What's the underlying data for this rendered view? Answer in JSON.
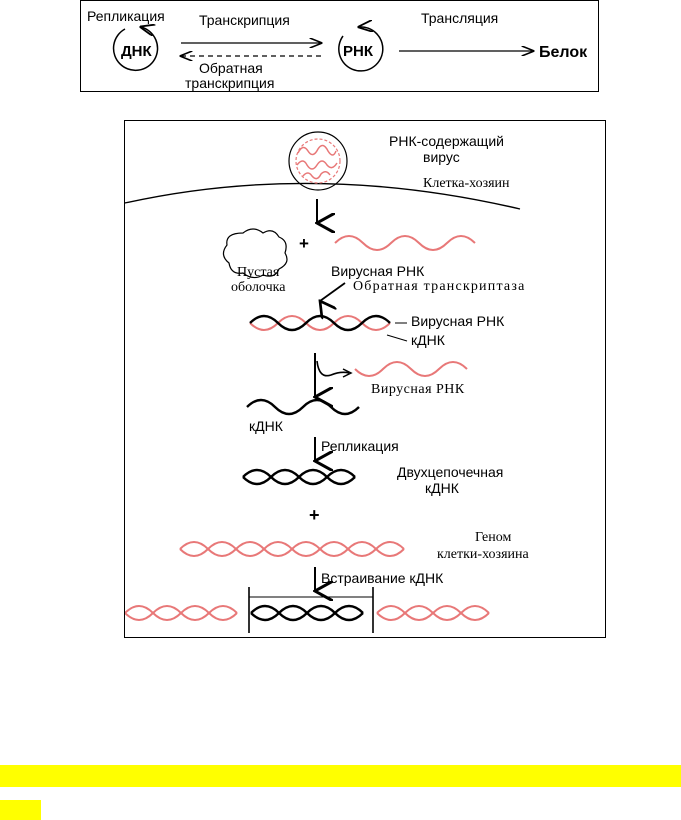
{
  "dogma": {
    "replication": "Репликация",
    "dna": "ДНК",
    "transcription": "Транскрипция",
    "reverse_transcription_line1": "Обратная",
    "reverse_transcription_line2": "транскрипция",
    "rna": "РНК",
    "translation": "Трансляция",
    "protein": "Белок"
  },
  "virus": {
    "rna_virus_line1": "РНК-содержащий",
    "rna_virus_line2": "вирус",
    "host_cell": "Клетка-хозяин",
    "plus_1": "+",
    "empty_capsid_line1": "Пустая",
    "empty_capsid_line2": "оболочка",
    "viral_rna_1": "Вирусная РНК",
    "reverse_transcriptase": "Обратная транскриптаза",
    "viral_rna_2": "Вирусная РНК",
    "cdna_1": "кДНК",
    "viral_rna_3": "Вирусная РНК",
    "cdna_2": "кДНК",
    "replication": "Репликация",
    "ds_cdna_line1": "Двухцепочечная",
    "ds_cdna_line2": "кДНК",
    "plus_2": "+",
    "host_genome_line1": "Геном",
    "host_genome_line2": "клетки-хозяина",
    "integration": "Встраивание кДНК"
  },
  "colors": {
    "rna": "#e87878",
    "dna": "#000000",
    "highlight": "#ffff00"
  }
}
